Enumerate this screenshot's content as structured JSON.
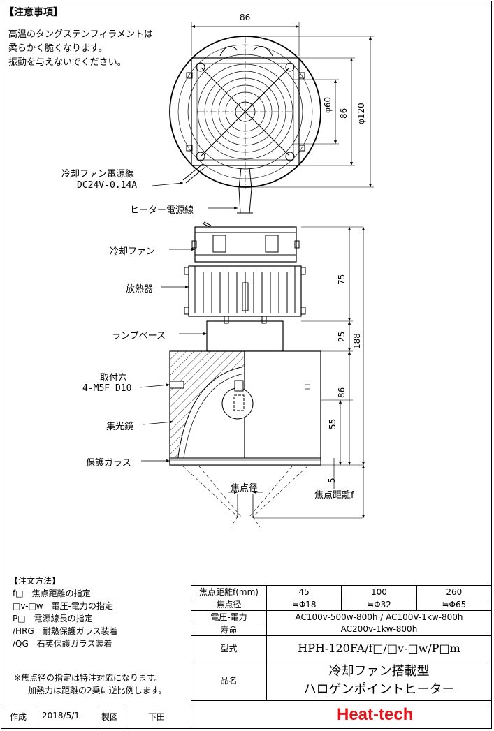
{
  "notice": {
    "title": "【注意事項】",
    "lines": [
      "高温のタングステンフィラメントは",
      "柔らかく脆くなります。",
      "振動を与えないでください。"
    ]
  },
  "dimensions": {
    "top_width": "86",
    "phi60": "φ60",
    "side86": "86",
    "phi120": "φ120",
    "h75": "75",
    "h25": "25",
    "h188": "188",
    "h86": "86",
    "h55": "55",
    "h5": "5"
  },
  "labels": {
    "fan_cable": "冷却ファン電源線",
    "fan_cable_spec": "DC24V-0.14A",
    "heater_cable": "ヒーター電源線",
    "cooling_fan": "冷却ファン",
    "heatsink": "放熱器",
    "lamp_base": "ランプベース",
    "mount_hole": "取付穴",
    "mount_hole_spec": "4-M5F D10",
    "reflector": "集光鏡",
    "glass": "保護ガラス",
    "focal_diameter": "焦点径",
    "focal_distance": "焦点距離f"
  },
  "order": {
    "title": "【注文方法】",
    "lines": [
      "f□　焦点距離の指定",
      "□v-□w　電圧-電力の指定",
      "P□　電源線長の指定",
      "/HRG　耐熱保護ガラス装着",
      "/QG　石英保護ガラス装着"
    ],
    "notes": [
      "※焦点径の指定は特注対応になります。",
      "加熱力は距離の2乗に逆比例します。"
    ]
  },
  "spec_table": {
    "row_focal_label": "焦点距離f(mm)",
    "focal_values": [
      "45",
      "100",
      "260"
    ],
    "row_spot_label": "焦点径",
    "spot_values": [
      "≒Φ18",
      "≒Φ32",
      "≒Φ65"
    ],
    "row_power_label": "電圧-電力",
    "row_life_label": "寿命",
    "power_line1": "AC100v-500w-800h  / AC100V-1kw-800h",
    "power_line2": "AC200v-1kw-800h",
    "model_label": "型式",
    "model_value": "HPH-120FA/f□/□v-□w/P□m",
    "product_label": "品名",
    "product_line1": "冷却ファン搭載型",
    "product_line2": "ハロゲンポイントヒーター"
  },
  "footer": {
    "made_label": "作成",
    "date": "2018/5/1",
    "drawn_label": "製図",
    "drawer": "下田",
    "brand": "Heat-tech",
    "brand_color": "#e8141b"
  }
}
